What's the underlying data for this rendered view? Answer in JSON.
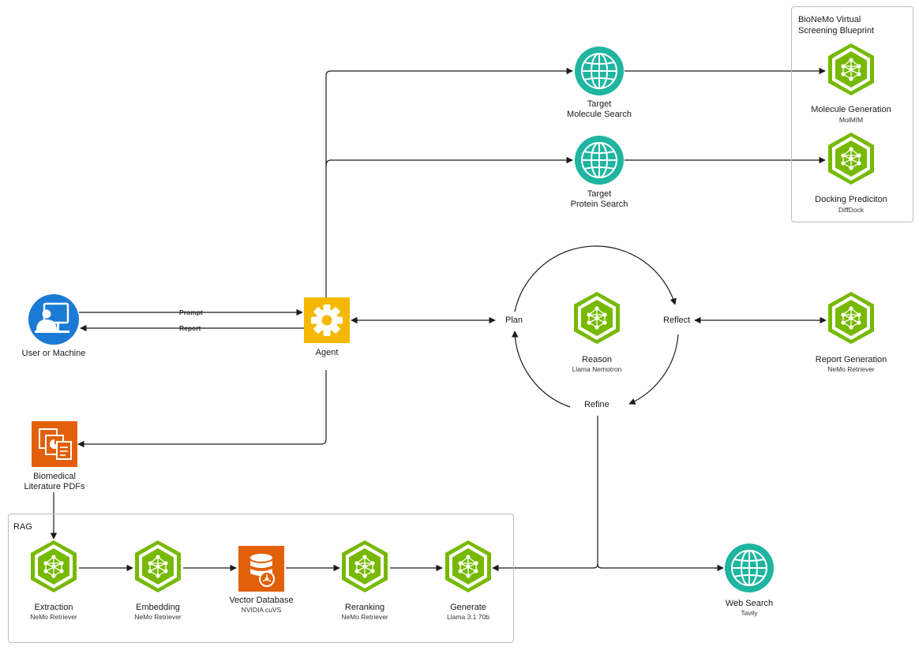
{
  "colors": {
    "nim_green": "#76b900",
    "nim_green_dark": "#5a8f00",
    "globe_teal": "#1fb5a0",
    "user_blue": "#1b7bd4",
    "agent_yellow": "#f5b800",
    "doc_orange": "#e2600a",
    "db_orange": "#e2600a",
    "edge": "#1a1a1a"
  },
  "groups": {
    "bionemo": {
      "title": "BioNeMo Virtual Screening Blueprint"
    },
    "rag": {
      "title": "RAG"
    }
  },
  "nodes": {
    "target_molecule_search": {
      "label_line1": "Target",
      "label_line2": "Molecule Search",
      "icon": "globe-icon"
    },
    "target_protein_search": {
      "label_line1": "Target",
      "label_line2": "Protein Search",
      "icon": "globe-icon"
    },
    "molecule_generation": {
      "label": "Molecule Generation",
      "sub": "MolMIM",
      "icon": "nim-hexagon-icon"
    },
    "docking_prediction": {
      "label": "Docking Prediciton",
      "sub": "DiffDock",
      "icon": "nim-hexagon-icon"
    },
    "user": {
      "label": "User or Machine",
      "icon": "user-computer-icon"
    },
    "agent": {
      "label": "Agent",
      "icon": "gear-icon"
    },
    "reason": {
      "label": "Reason",
      "sub": "Llama Nemotron",
      "icon": "nim-hexagon-icon"
    },
    "report_generation": {
      "label": "Report Generation",
      "sub": "NeMo Retriever",
      "icon": "nim-hexagon-icon"
    },
    "biomedical_pdfs": {
      "label_line1": "Biomedical",
      "label_line2": "Literature PDFs",
      "icon": "documents-icon"
    },
    "extraction": {
      "label": "Extraction",
      "sub": "NeMo Retriever",
      "icon": "nim-hexagon-icon"
    },
    "embedding": {
      "label": "Embedding",
      "sub": "NeMo Retriever",
      "icon": "nim-hexagon-icon"
    },
    "vector_database": {
      "label": "Vector Database",
      "sub": "NVIDIA cuVS",
      "icon": "database-icon"
    },
    "reranking": {
      "label": "Reranking",
      "sub": "NeMo Retriever",
      "icon": "nim-hexagon-icon"
    },
    "generate": {
      "label": "Generate",
      "sub": "Llama 3.1 70b",
      "icon": "nim-hexagon-icon"
    },
    "web_search": {
      "label": "Web Search",
      "sub": "Tavily",
      "icon": "globe-icon"
    }
  },
  "cycle": {
    "plan": "Plan",
    "reflect": "Reflect",
    "refine": "Refine"
  },
  "edges": {
    "prompt": "Prompt",
    "report": "Report"
  }
}
